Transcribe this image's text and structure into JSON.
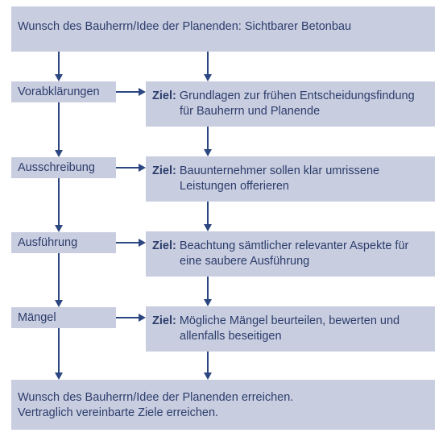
{
  "top": "Wunsch des Bauherrn/Idee der Planenden: Sichtbarer Betonbau",
  "goal_prefix": "Ziel:",
  "steps": [
    {
      "label": "Vorabklärungen",
      "goal_line1": "Grundlagen zur frühen Entscheidungsfindung",
      "goal_line2": "für Bauherrn und Planende"
    },
    {
      "label": "Ausschreibung",
      "goal_line1": "Bauunternehmer sollen klar umrissene",
      "goal_line2": "Leistungen offerieren"
    },
    {
      "label": "Ausführung",
      "goal_line1": "Beachtung sämtlicher relevanter Aspekte für",
      "goal_line2": "eine saubere Ausführung"
    },
    {
      "label": "Mängel",
      "goal_line1": "Mögliche Mängel beurteilen, bewerten und",
      "goal_line2": "allenfalls beseitigen"
    }
  ],
  "bottom": {
    "line1": "Wunsch des Bauherrn/Idee der Planenden erreichen.",
    "line2": "Vertraglich vereinbarte Ziele erreichen."
  }
}
